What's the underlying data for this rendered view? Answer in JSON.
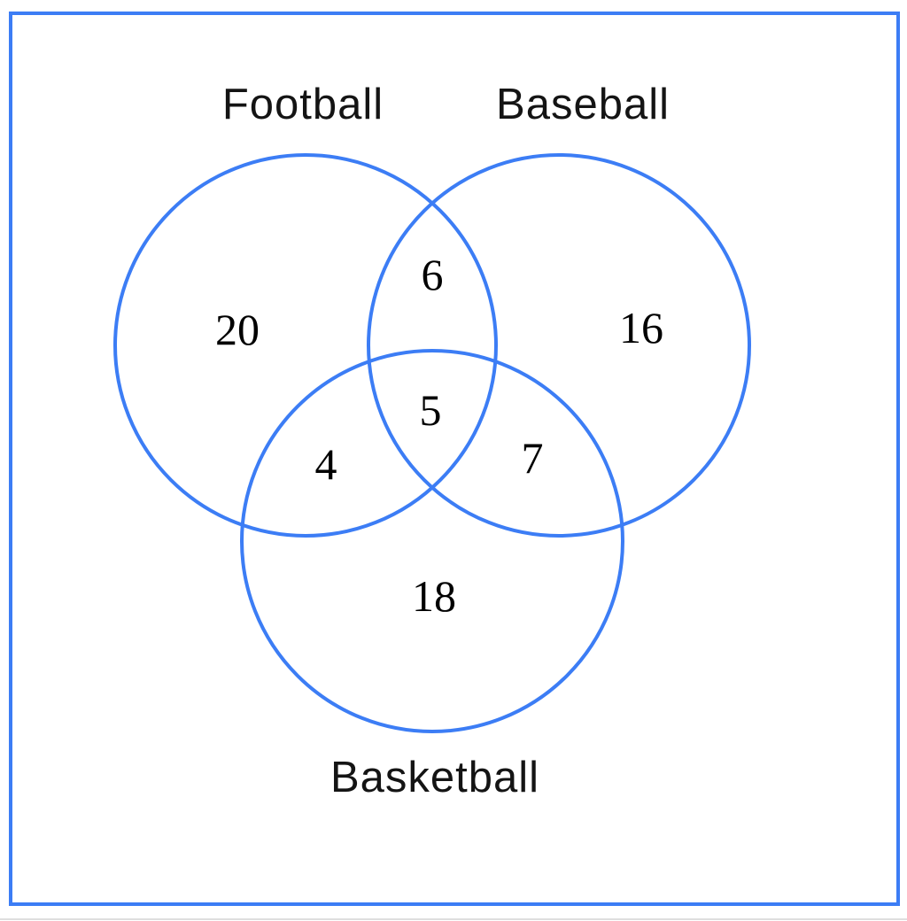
{
  "colors": {
    "accent": "#3c7df5",
    "label_text": "#141414",
    "value_text": "#000000",
    "background": "#ffffff"
  },
  "venn": {
    "sets": [
      {
        "label": "Football"
      },
      {
        "label": "Baseball"
      },
      {
        "label": "Basketball"
      }
    ],
    "regions": [
      {
        "id": "football-only",
        "sets": [
          "Football"
        ],
        "value": 20
      },
      {
        "id": "football-baseball",
        "sets": [
          "Football",
          "Baseball"
        ],
        "value": 6
      },
      {
        "id": "baseball-only",
        "sets": [
          "Baseball"
        ],
        "value": 16
      },
      {
        "id": "all-three",
        "sets": [
          "Football",
          "Baseball",
          "Basketball"
        ],
        "value": 5
      },
      {
        "id": "football-basketball",
        "sets": [
          "Football",
          "Basketball"
        ],
        "value": 4
      },
      {
        "id": "baseball-basketball",
        "sets": [
          "Baseball",
          "Basketball"
        ],
        "value": 7
      },
      {
        "id": "basketball-only",
        "sets": [
          "Basketball"
        ],
        "value": 18
      }
    ]
  }
}
